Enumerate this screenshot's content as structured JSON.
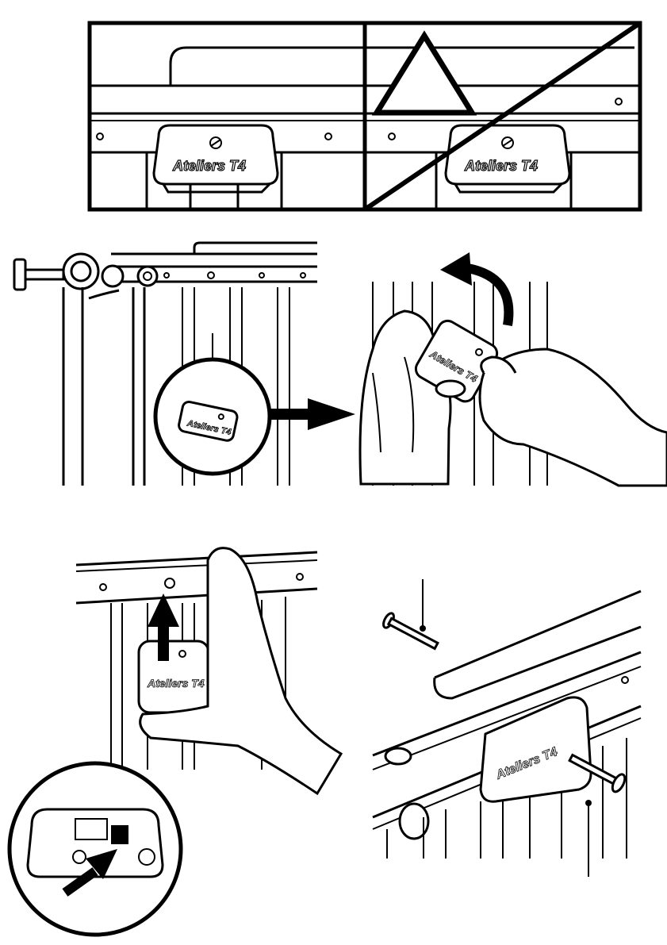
{
  "brand": {
    "logo_text": "Ateliers T4"
  },
  "panels": {
    "top": {
      "correct": "correct-mounting",
      "incorrect": "incorrect-mounting"
    }
  },
  "icons": [
    "warning-triangle-icon",
    "arrow-right-icon",
    "rotate-arrow-icon",
    "arrow-up-icon",
    "push-arrow-icon"
  ],
  "colors": {
    "ink": "#000000",
    "paper": "#ffffff"
  }
}
